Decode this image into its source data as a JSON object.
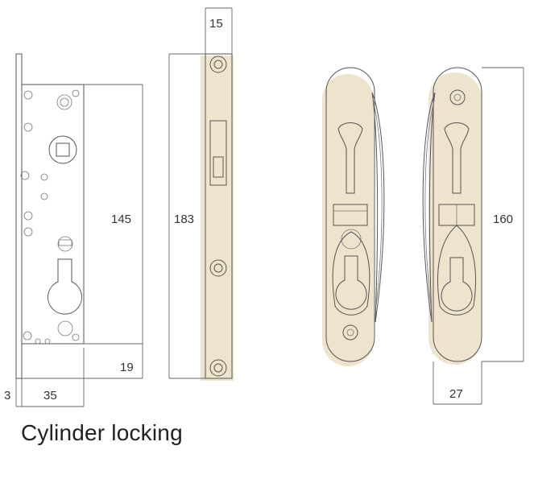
{
  "caption": "Cylinder locking",
  "dimensions": {
    "lock_body_height": "145",
    "faceplate_height": "183",
    "faceplate_width": "15",
    "handle_height": "160",
    "handle_width": "27",
    "backset_offset": "19",
    "backset": "35",
    "faceplate_thickness": "3"
  },
  "colors": {
    "line": "#555555",
    "shadow": "#eee3cc"
  }
}
